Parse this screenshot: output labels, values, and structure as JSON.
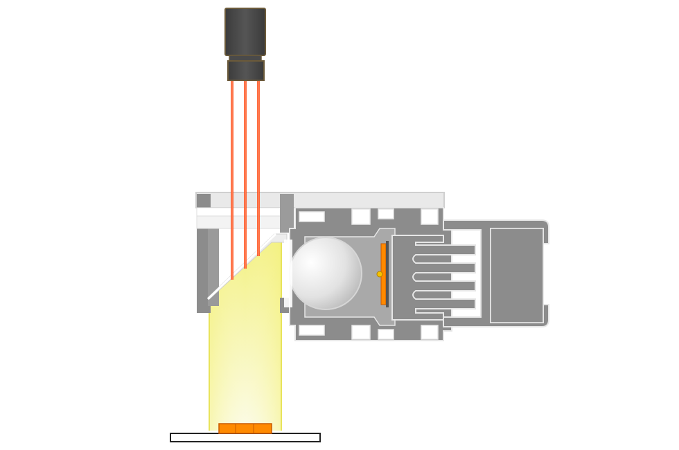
{
  "diagram": {
    "labels": [],
    "colors": {
      "background": "#ffffff",
      "housing_gray": "#8c8c8c",
      "housing_gray_dark": "#6f6f6f",
      "housing_edge": "#e6e6e6",
      "glass": "#eeeeee",
      "camera_body": "#4a4a4a",
      "camera_outline": "#6b5a3a",
      "laser_red": "#ff3b00",
      "light_yellow": "#f3f07a",
      "light_yellow_pale": "#fbfbe0",
      "led_orange": "#ff8a00",
      "pcb_edge": "#c85a00",
      "base_plate": "#ffffff",
      "base_outline": "#222222"
    },
    "components": [
      "camera",
      "laser-beams",
      "beam-splitter-housing",
      "condenser-lens",
      "led-module",
      "heat-sink",
      "light-beam",
      "target-sample",
      "base-plate"
    ]
  }
}
